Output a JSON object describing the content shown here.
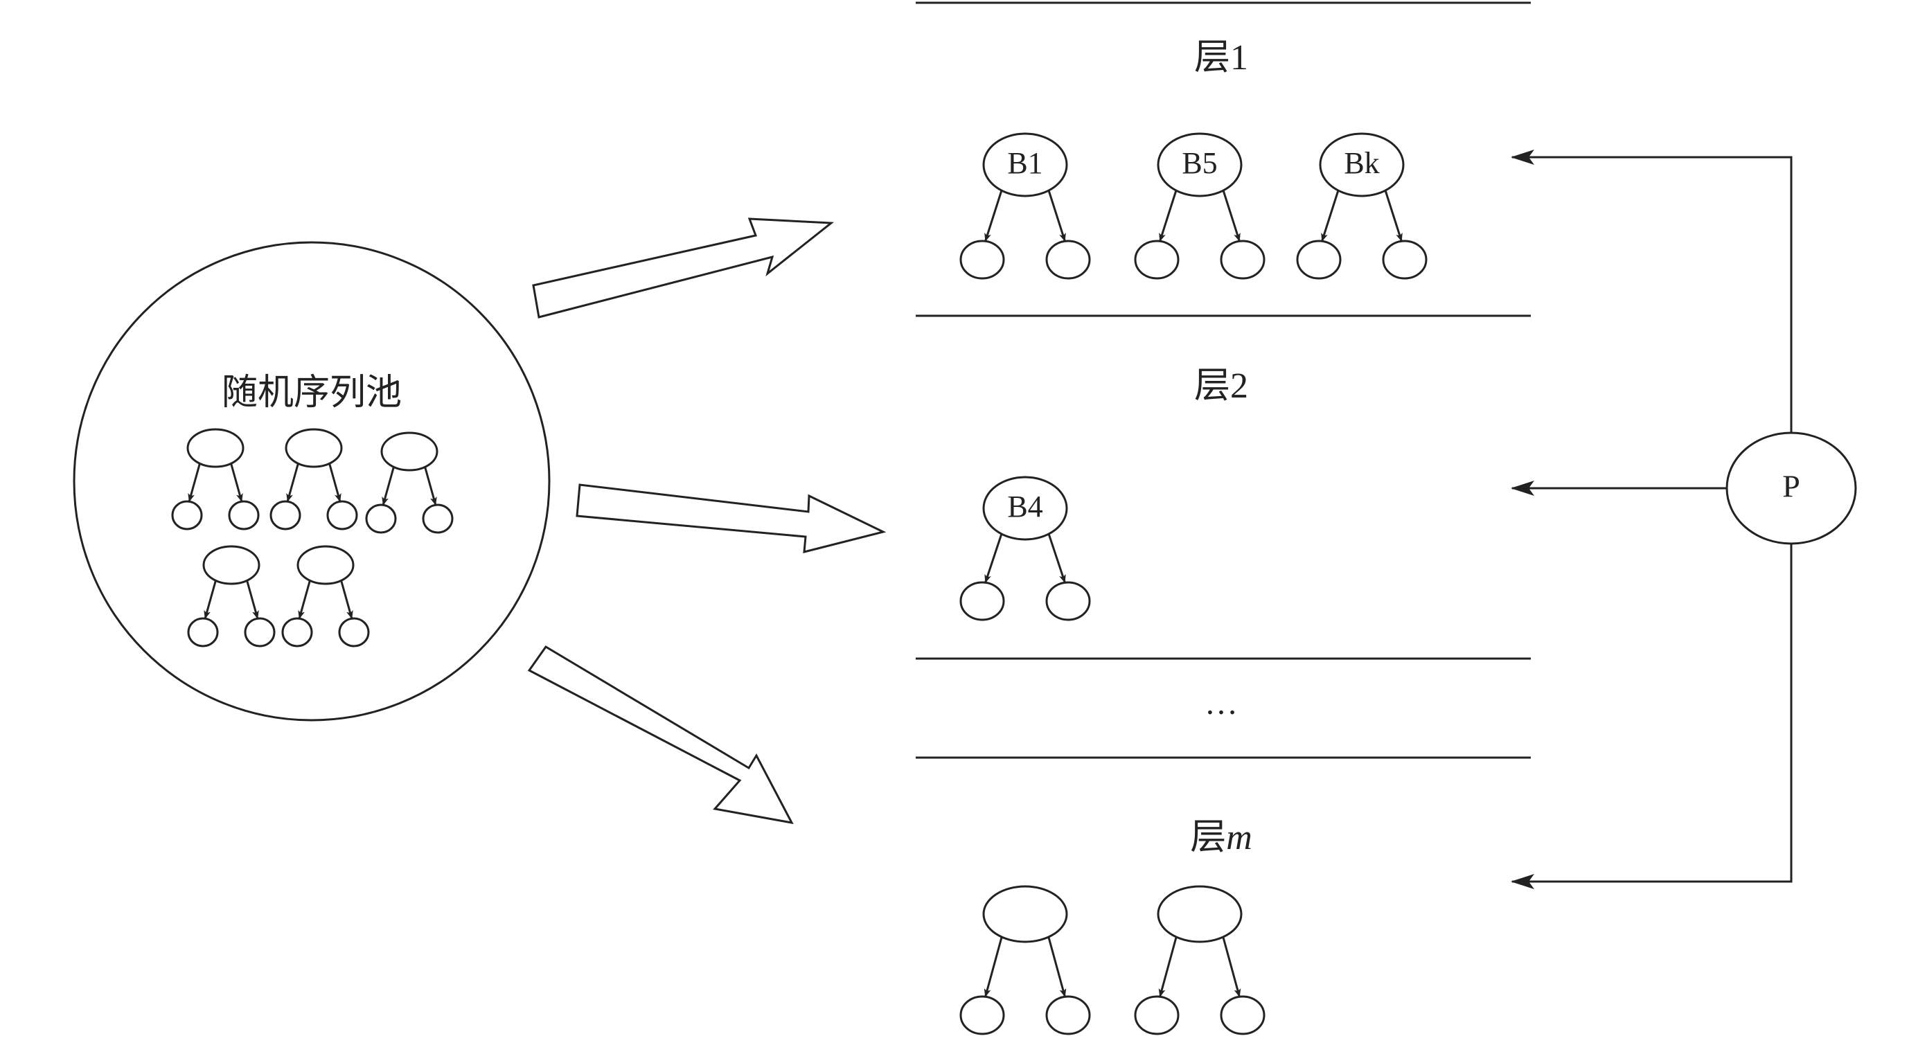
{
  "pool": {
    "label": "随机序列池"
  },
  "layers": [
    {
      "label": "层1",
      "trees": [
        "B1",
        "B5",
        "Bk"
      ]
    },
    {
      "label": "层2",
      "trees": [
        "B4"
      ]
    },
    {
      "ellipsis": "…"
    },
    {
      "label_prefix": "层",
      "label_var": "m",
      "trees": [
        "",
        ""
      ]
    }
  ],
  "p_node": {
    "label": "P"
  }
}
